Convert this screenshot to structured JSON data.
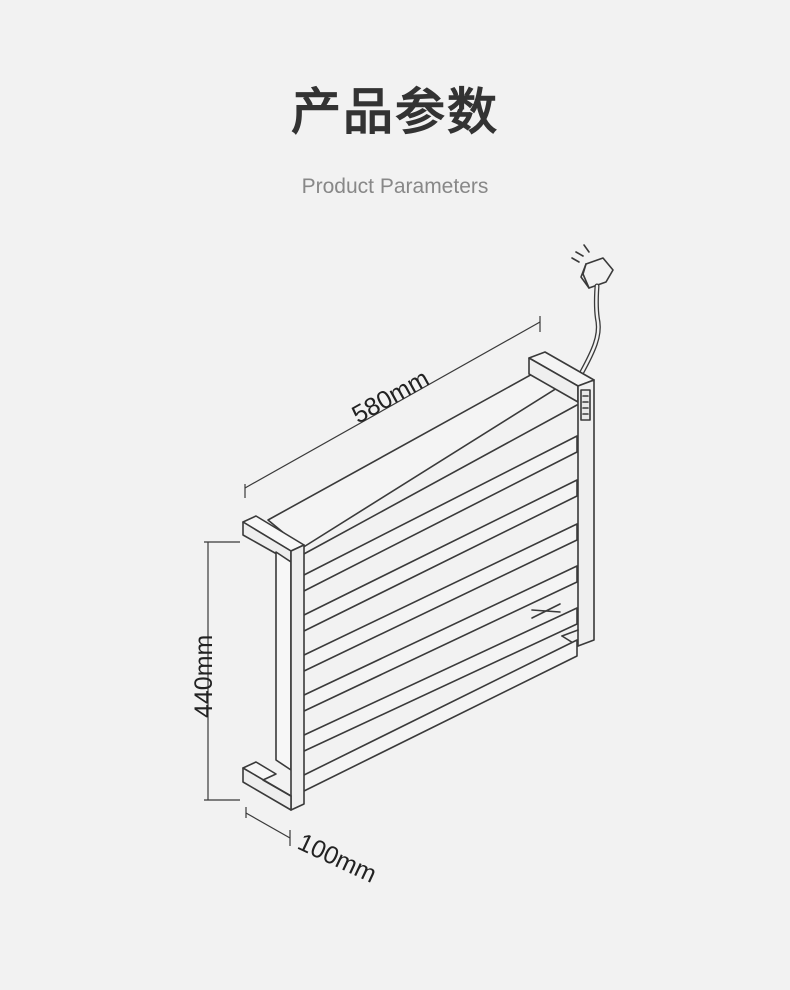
{
  "header": {
    "title_cn": "产品参数",
    "title_en": "Product Parameters"
  },
  "dimensions": {
    "width": "580mm",
    "height": "440mm",
    "depth": "100mm"
  },
  "colors": {
    "background": "#f2f2f2",
    "title": "#333333",
    "subtitle": "#888888",
    "line": "#3a3a3a"
  }
}
